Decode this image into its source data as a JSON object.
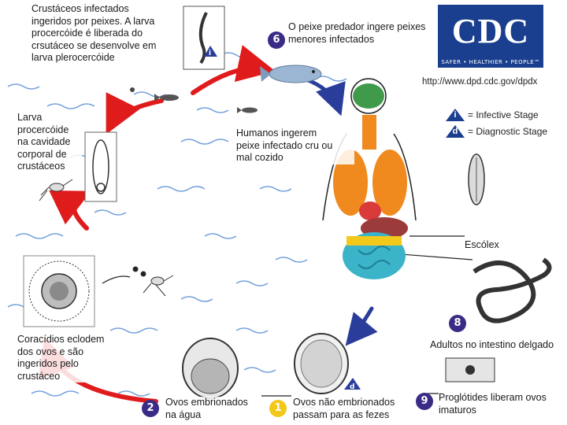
{
  "captions": {
    "step3": "Crustáceos infectados\ningeridos por peixes. A larva\nprocercóide é liberada do\ncrsutáceo se desenvolve em\nlarva plerocercóide",
    "step6": "O peixe predador ingere peixes\nmenores infectados",
    "procercoid": "Larva\nprocercóide\nna cavidade\ncorporal de\ncrustáceos",
    "humans": "Humanos ingerem\npeixe infectado cru ou\nmal cozido",
    "scolex": "Escólex",
    "adults": "Adultos no intestino delgado",
    "coracidia": "Coracídios eclodem\ndos ovos e são\ningeridos pelo\ncrustáceo",
    "step2": "Ovos embrionados\nna água",
    "step1": "Ovos não embrionados\npassam para as fezes",
    "step9": "Proglótides liberam ovos\nimaturos"
  },
  "step_numbers": {
    "s1": "1",
    "s2": "2",
    "s6": "6",
    "s8": "8",
    "s9": "9"
  },
  "legend": {
    "infective": "= Infective Stage",
    "diagnostic": "= Diagnostic Stage",
    "infective_mark": "i",
    "diagnostic_mark": "d"
  },
  "cdc": {
    "letters": "CDC",
    "tagline": "SAFER • HEALTHIER • PEOPLE™",
    "url": "http://www.dpd.cdc.gov/dpdx"
  },
  "colors": {
    "arrow_red": "#e01b1b",
    "arrow_blue": "#2a3d9a",
    "cdc_blue": "#1b3f8f",
    "badge_purple": "#3a2b86",
    "badge_yellow": "#f2c81a",
    "water_blue": "#5a8fd6",
    "lungs": "#f08a1e",
    "brain": "#3f9b4b",
    "intestine": "#3bb3c9"
  }
}
